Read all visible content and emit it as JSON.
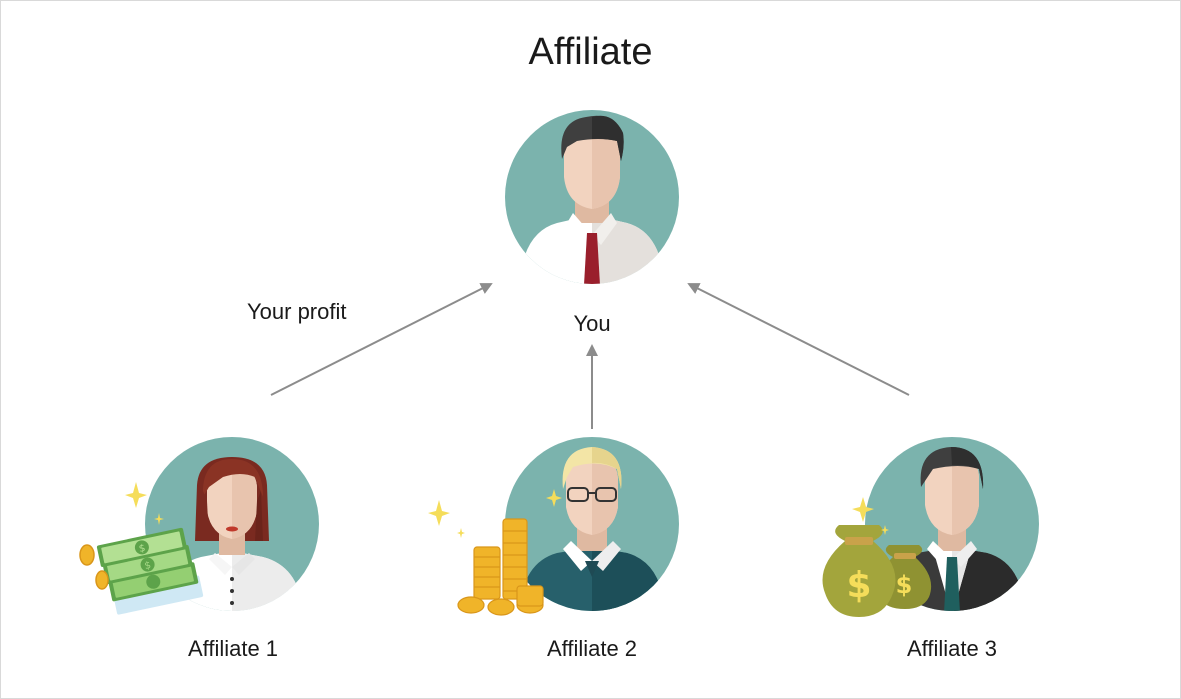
{
  "title": "Affiliate",
  "center_node": {
    "label": "You"
  },
  "edge_label": "Your profit",
  "affiliates": [
    {
      "label": "Affiliate 1",
      "reward": "cash"
    },
    {
      "label": "Affiliate 2",
      "reward": "coins"
    },
    {
      "label": "Affiliate 3",
      "reward": "money-bags"
    }
  ],
  "colors": {
    "circle": "#7bb3ad",
    "arrow": "#8c8c8c",
    "skin": "#f2d3bf",
    "skin_shade": "#dfb9a1",
    "tie": "#9a1f2c",
    "money_green": "#8cc56b",
    "gold": "#f0b429",
    "bag": "#9ea03c"
  }
}
